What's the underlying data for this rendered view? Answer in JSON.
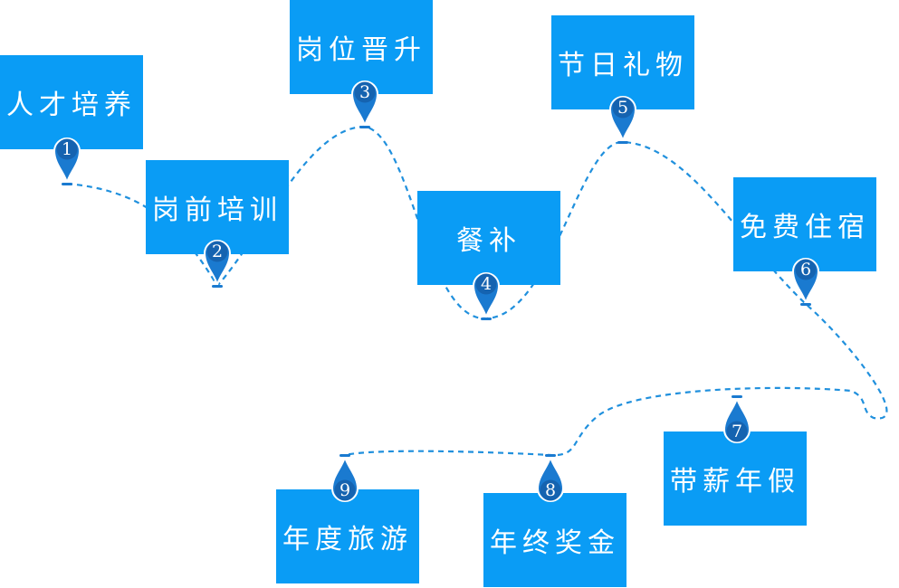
{
  "diagram": {
    "accent_color": "#0a9cf5",
    "pin_color": "#1a7ad0",
    "path_color": "#2090dd",
    "steps": [
      {
        "number": "1",
        "label": "人才培养"
      },
      {
        "number": "2",
        "label": "岗前培训"
      },
      {
        "number": "3",
        "label": "岗位晋升"
      },
      {
        "number": "4",
        "label": "餐补"
      },
      {
        "number": "5",
        "label": "节日礼物"
      },
      {
        "number": "6",
        "label": "免费住宿"
      },
      {
        "number": "7",
        "label": "带薪年假"
      },
      {
        "number": "8",
        "label": "年终奖金"
      },
      {
        "number": "9",
        "label": "年度旅游"
      }
    ]
  }
}
